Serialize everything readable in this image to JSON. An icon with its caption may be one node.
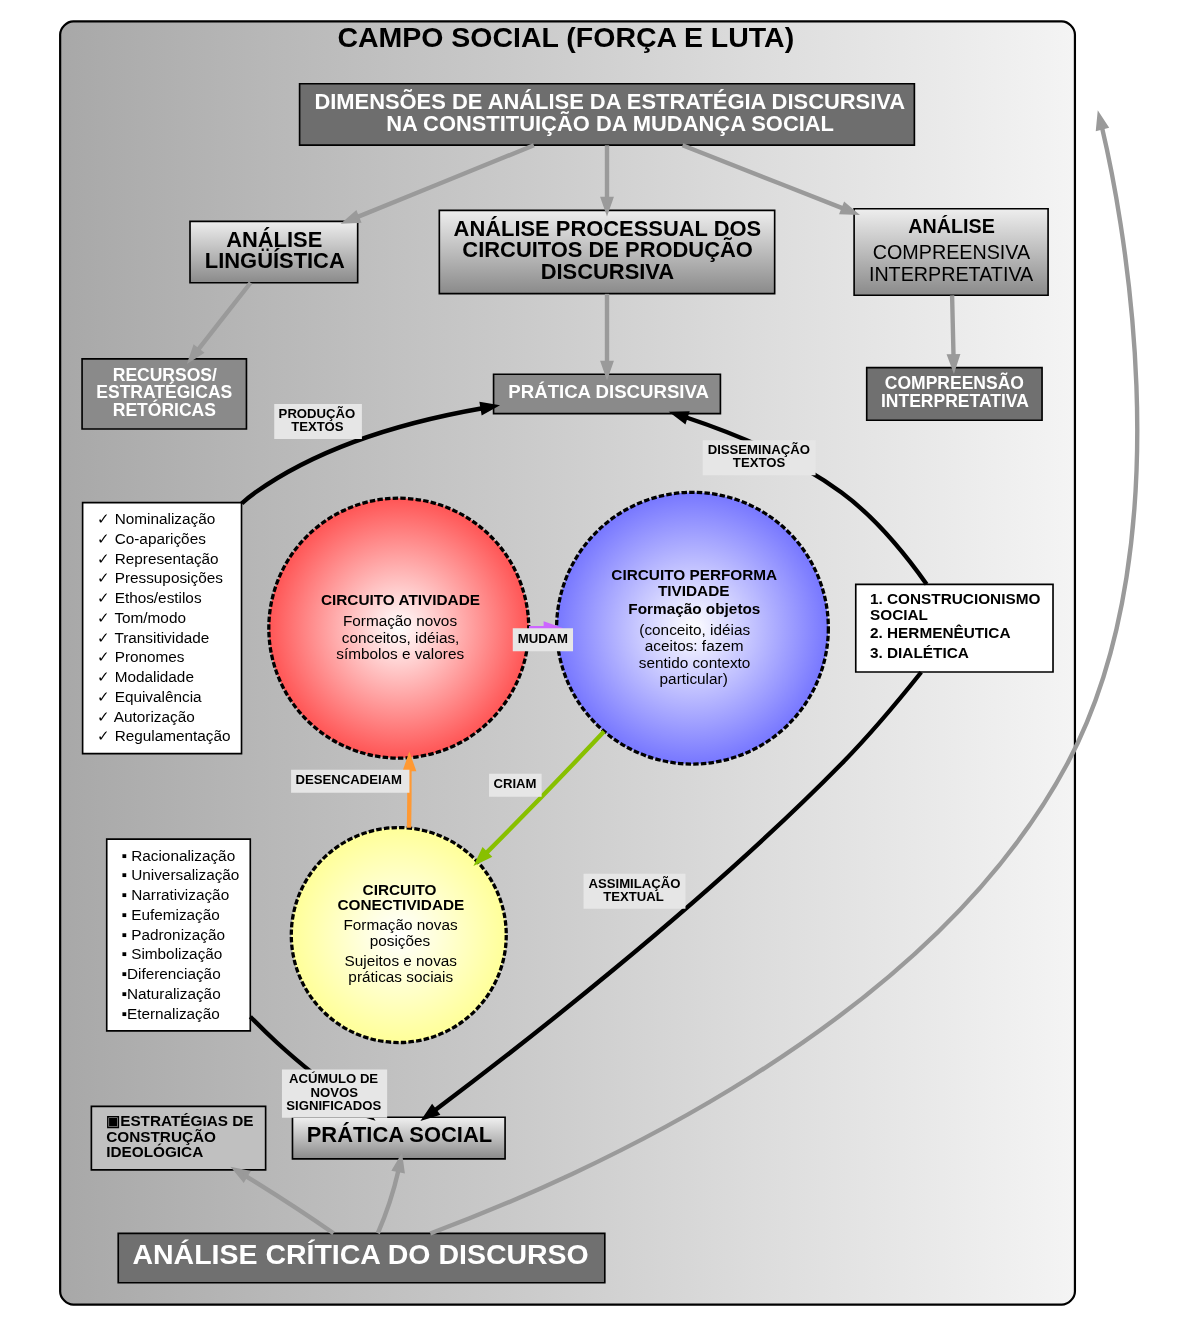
{
  "diagram": {
    "nodes": [
      {
        "text": [
          "CAMPO SOCIAL (FORÇA E LUTA)"
        ]
      },
      {
        "text": [
          "DIMENSÕES DE ANÁLISE DA ESTRATÉGIA DISCURSIVA NA CONSTITUIÇÃO DA MUDANÇA SOCIAL"
        ],
        "in": 0
      },
      {
        "text": [
          "ANÁLISE LINGÜÍSTICA"
        ],
        "in": 0
      },
      {
        "text": [
          "ANÁLISE PROCESSUAL DOS CIRCUITOS DE PRODUÇÃO DISCURSIVA"
        ],
        "in": 0
      },
      {
        "text": [
          "ANÁLISE",
          "COMPREENSIVA INTERPRETATIVA"
        ],
        "in": 0
      },
      {
        "text": [
          "RECURSOS/ ESTRATÉGICAS RETÓRICAS"
        ],
        "in": 0
      },
      {
        "text": [
          "✓ Nominalização",
          "✓ Co-aparições",
          "✓ Representação",
          "✓ Pressuposições",
          "✓ Ethos/estilos",
          "✓ Tom/modo",
          "✓ Transitividade",
          "✓ Pronomes",
          "✓ Modalidade",
          "✓ Equivalência",
          "✓ Autorização",
          "✓ Regulamentação"
        ],
        "in": 0
      },
      {
        "text": [
          "▪ Racionalização",
          "▪ Universalização",
          "▪ Narrativização",
          "▪ Eufemização",
          "▪ Padronização",
          "▪ Simbolização",
          "▪Diferenciação",
          "▪Naturalização",
          "▪Eternalização"
        ],
        "in": 0
      },
      {
        "text": [
          "▣ESTRATÉGIAS DE CONSTRUÇÃO IDEOLÓGICA"
        ],
        "in": 0
      },
      {
        "text": [
          "PRÁTICA DISCURSIVA"
        ],
        "in": 0
      },
      {
        "text": [
          "COMPREENSÃO INTERPRETATIVA"
        ],
        "in": 0
      },
      {
        "text": [
          "CIRCUITO ATIVIDADE",
          "Formação novos conceitos, idéias, símbolos e valores"
        ],
        "in": 0
      },
      {
        "text": [
          "CIRCUITO PERFORMA TIVIDADE",
          "Formação objetos",
          "(conceito, idéias aceitos: fazem sentido contexto particular)"
        ],
        "in": 0
      },
      {
        "text": [
          "1. CONSTRUCIONISMO SOCIAL",
          "2. HERMENÊUTICA",
          "3. DIALÉTICA"
        ],
        "in": 0
      },
      {
        "text": [
          "CIRCUITO CONECTIVIDADE",
          "Formação novas posições",
          "Sujeitos e novas práticas sociais"
        ],
        "in": 0
      },
      {
        "text": [
          "PRÁTICA SOCIAL"
        ],
        "in": 0
      },
      {
        "text": [
          "ANÁLISE CRÍTICA DO DISCURSO"
        ],
        "in": 0
      }
    ],
    "edges": [
      {
        "from": 1,
        "to": 2,
        "arrow": "to"
      },
      {
        "from": 1,
        "to": 3,
        "arrow": "to"
      },
      {
        "from": 1,
        "to": 4,
        "arrow": "to"
      },
      {
        "from": 2,
        "to": 5,
        "arrow": "to"
      },
      {
        "from": 3,
        "to": 9,
        "arrow": "to"
      },
      {
        "from": 4,
        "to": 10,
        "arrow": "to"
      },
      {
        "from": 6,
        "to": 9,
        "arrow": "to",
        "label": "PRODUÇÃO TEXTOS",
        "color": "#000000"
      },
      {
        "from": 13,
        "to": 9,
        "arrow": "to",
        "label": "DISSEMINAÇÃO TEXTOS",
        "color": "#000000"
      },
      {
        "from": 11,
        "to": 12,
        "arrow": "to",
        "label": "MUDAM",
        "color": "#cc66ff"
      },
      {
        "from": 12,
        "to": 14,
        "arrow": "to",
        "label": "CRIAM",
        "color": "#88c000"
      },
      {
        "from": 14,
        "to": 11,
        "arrow": "to",
        "label": "DESENCADEIAM",
        "color": "#ff9933"
      },
      {
        "from": 7,
        "to": 15,
        "arrow": "to",
        "label": "ACÚMULO DE NOVOS SIGNIFICADOS",
        "color": "#000000"
      },
      {
        "from": 13,
        "to": 15,
        "arrow": "to",
        "label": "ASSIMILAÇÃO TEXTUAL",
        "color": "#000000"
      },
      {
        "from": 16,
        "to": 8,
        "arrow": "to"
      },
      {
        "from": 16,
        "to": 15,
        "arrow": "to"
      },
      {
        "from": 16,
        "to": null,
        "arrow": "to"
      }
    ]
  }
}
